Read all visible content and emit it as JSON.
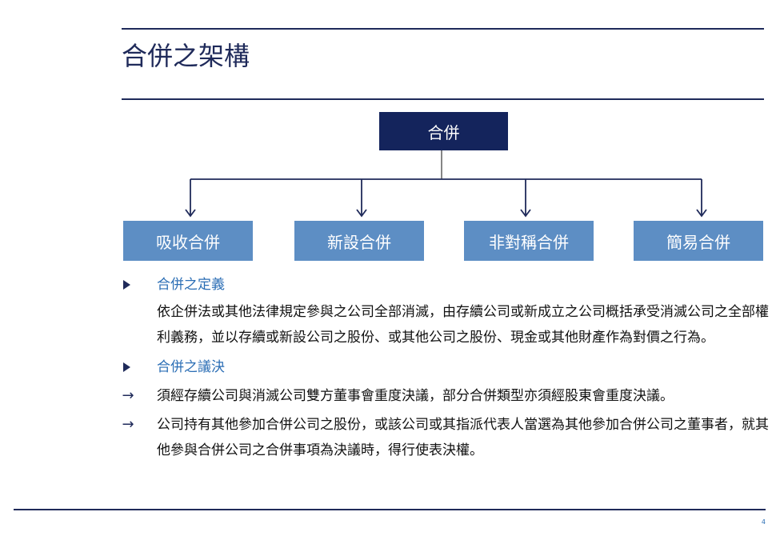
{
  "title": "合併之架構",
  "diagram": {
    "root": "合併",
    "children": [
      "吸收合併",
      "新設合併",
      "非對稱合併",
      "簡易合併"
    ]
  },
  "sections": [
    {
      "heading": "合併之定義",
      "body": "依企併法或其他法律規定參與之公司全部消滅，由存續公司或新成立之公司概括承受消滅公司之全部權利義務，並以存續或新設公司之股份、或其他公司之股份、現金或其他財產作為對價之行為。"
    },
    {
      "heading": "合併之議決",
      "points": [
        "須經存續公司與消滅公司雙方董事會重度決議，部分合併類型亦須經股東會重度決議。",
        "公司持有其他參加合併公司之股份，或該公司或其指派代表人當選為其他參加合併公司之董事者，就其他參與合併公司之合併事項為決議時，得行使表決權。"
      ]
    }
  ],
  "page_number": "4",
  "colors": {
    "dark_navy": "#14245c",
    "mid_blue": "#5d8ec4",
    "heading_blue": "#2b6eb5",
    "rule": "#1f2a5a"
  },
  "icons": {
    "section_marker": "triangle-right",
    "point_marker": "arrow-right"
  }
}
